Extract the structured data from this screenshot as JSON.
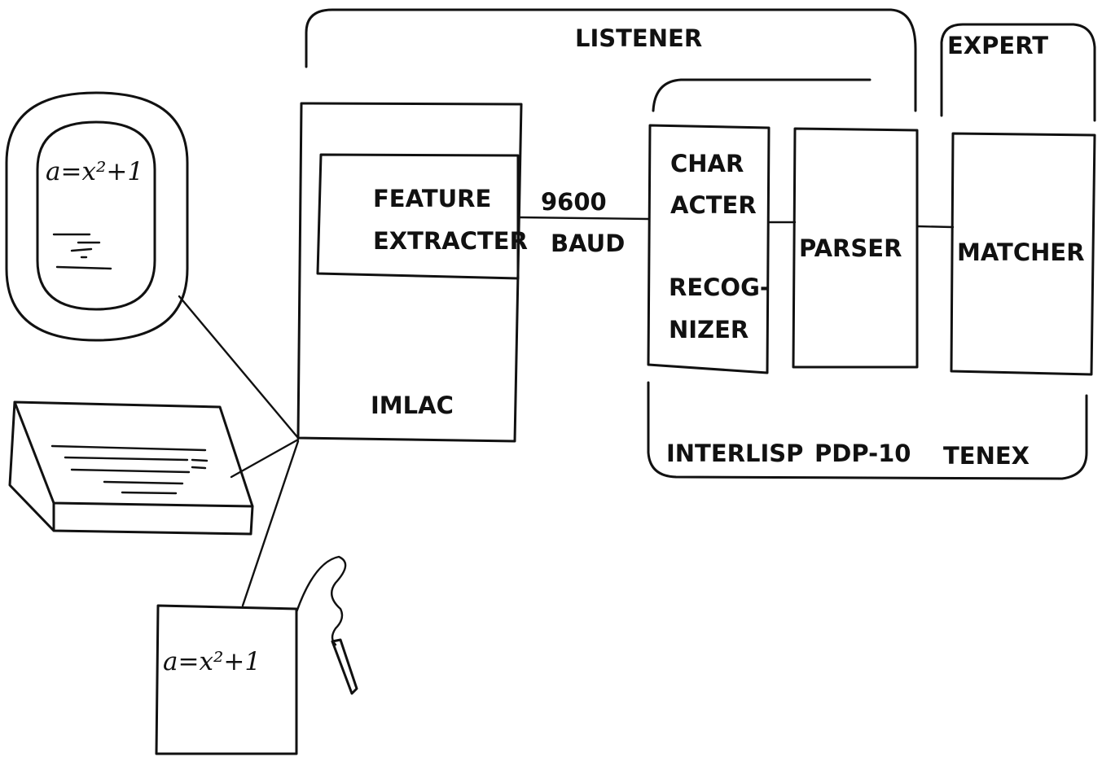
{
  "diagram": {
    "groups": {
      "listener": "LISTENER",
      "expert": "EXPERT",
      "platform": [
        "INTERLISP",
        "PDP-10",
        "TENEX"
      ]
    },
    "imlac": {
      "module": [
        "FEATURE",
        "EXTRACTER"
      ],
      "label": "IMLAC"
    },
    "link": [
      "9600",
      "BAUD"
    ],
    "modules": {
      "char_recognizer": [
        "CHAR",
        "ACTER",
        "RECOG-",
        "NIZER"
      ],
      "parser": "PARSER",
      "matcher": "MATCHER"
    },
    "devices": {
      "display_formula": "a=x²+1",
      "tablet_formula": "a=x²+1"
    }
  }
}
